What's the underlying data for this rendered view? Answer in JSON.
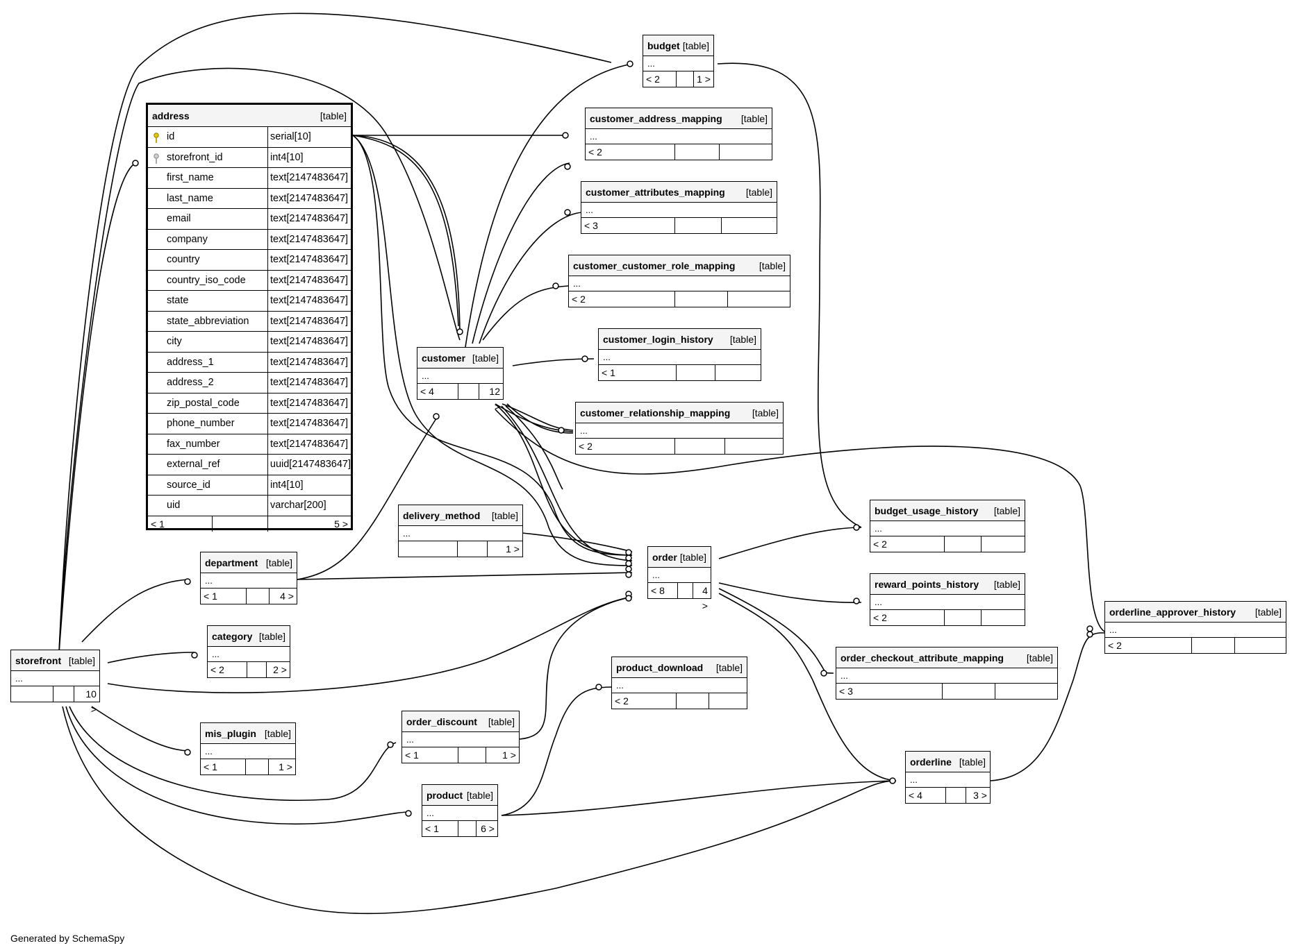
{
  "generated_by": "Generated by SchemaSpy",
  "table_tag": "[table]",
  "ellipsis": "...",
  "address": {
    "name": "address",
    "tag": "[table]",
    "columns": [
      {
        "name": "id",
        "type": "serial[10]",
        "key": "primary"
      },
      {
        "name": "storefront_id",
        "type": "int4[10]",
        "key": "foreign"
      },
      {
        "name": "first_name",
        "type": "text[2147483647]"
      },
      {
        "name": "last_name",
        "type": "text[2147483647]"
      },
      {
        "name": "email",
        "type": "text[2147483647]"
      },
      {
        "name": "company",
        "type": "text[2147483647]"
      },
      {
        "name": "country",
        "type": "text[2147483647]"
      },
      {
        "name": "country_iso_code",
        "type": "text[2147483647]"
      },
      {
        "name": "state",
        "type": "text[2147483647]"
      },
      {
        "name": "state_abbreviation",
        "type": "text[2147483647]"
      },
      {
        "name": "city",
        "type": "text[2147483647]"
      },
      {
        "name": "address_1",
        "type": "text[2147483647]"
      },
      {
        "name": "address_2",
        "type": "text[2147483647]"
      },
      {
        "name": "zip_postal_code",
        "type": "text[2147483647]"
      },
      {
        "name": "phone_number",
        "type": "text[2147483647]"
      },
      {
        "name": "fax_number",
        "type": "text[2147483647]"
      },
      {
        "name": "external_ref",
        "type": "uuid[2147483647]"
      },
      {
        "name": "source_id",
        "type": "int4[10]"
      },
      {
        "name": "uid",
        "type": "varchar[200]"
      }
    ],
    "parents": "< 1",
    "children": "5 >"
  },
  "tables": {
    "budget": {
      "name": "budget",
      "left": "< 2",
      "right": "1 >"
    },
    "customer_address_mapping": {
      "name": "customer_address_mapping",
      "left": "< 2",
      "right": ""
    },
    "customer_attributes_mapping": {
      "name": "customer_attributes_mapping",
      "left": "< 3",
      "right": ""
    },
    "customer_customer_role_mapping": {
      "name": "customer_customer_role_mapping",
      "left": "< 2",
      "right": ""
    },
    "customer_login_history": {
      "name": "customer_login_history",
      "left": "< 1",
      "right": ""
    },
    "customer_relationship_mapping": {
      "name": "customer_relationship_mapping",
      "left": "< 2",
      "right": ""
    },
    "customer": {
      "name": "customer",
      "left": "< 4",
      "right": "12 >"
    },
    "delivery_method": {
      "name": "delivery_method",
      "left": "",
      "right": "1 >"
    },
    "order": {
      "name": "order",
      "left": "< 8",
      "right": "4 >"
    },
    "budget_usage_history": {
      "name": "budget_usage_history",
      "left": "< 2",
      "right": ""
    },
    "reward_points_history": {
      "name": "reward_points_history",
      "left": "< 2",
      "right": ""
    },
    "orderline_approver_history": {
      "name": "orderline_approver_history",
      "left": "< 2",
      "right": ""
    },
    "order_checkout_attribute_mapping": {
      "name": "order_checkout_attribute_mapping",
      "left": "< 3",
      "right": ""
    },
    "department": {
      "name": "department",
      "left": "< 1",
      "right": "4 >"
    },
    "category": {
      "name": "category",
      "left": "< 2",
      "right": "2 >"
    },
    "storefront": {
      "name": "storefront",
      "left": "",
      "right": "10 >"
    },
    "mis_plugin": {
      "name": "mis_plugin",
      "left": "< 1",
      "right": "1 >"
    },
    "order_discount": {
      "name": "order_discount",
      "left": "< 1",
      "right": "1 >"
    },
    "product_download": {
      "name": "product_download",
      "left": "< 2",
      "right": ""
    },
    "product": {
      "name": "product",
      "left": "< 1",
      "right": "6 >"
    },
    "orderline": {
      "name": "orderline",
      "left": "< 4",
      "right": "3 >"
    }
  }
}
